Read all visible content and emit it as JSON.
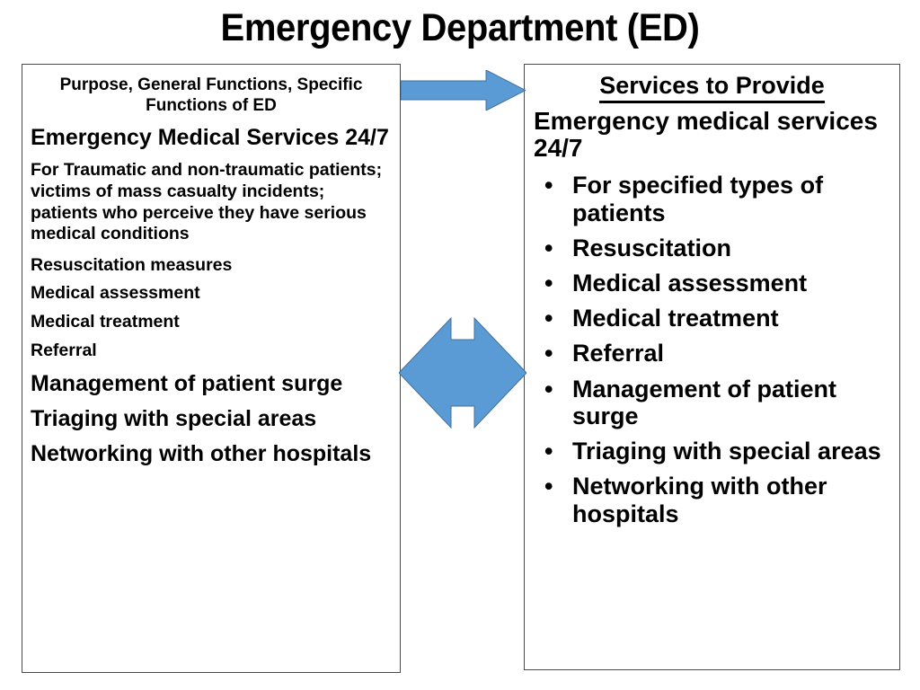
{
  "slide": {
    "title": "Emergency Department (ED)",
    "accent_color": "#5B9BD5",
    "border_color": "#4A4A4A",
    "background_color": "#FFFFFF",
    "text_color": "#000000"
  },
  "left_panel": {
    "header": "Purpose, General Functions, Specific Functions of ED",
    "items": [
      {
        "text": "Emergency Medical Services 24/7",
        "emphasis": "large"
      },
      {
        "text": "For Traumatic and non-traumatic patients; victims of mass casualty incidents; patients who perceive they have serious medical conditions",
        "emphasis": "small"
      },
      {
        "text": "Resuscitation measures",
        "emphasis": "small"
      },
      {
        "text": "Medical assessment",
        "emphasis": "small"
      },
      {
        "text": "Medical treatment",
        "emphasis": "small"
      },
      {
        "text": "Referral",
        "emphasis": "small"
      },
      {
        "text": "Management of patient surge",
        "emphasis": "large"
      },
      {
        "text": "Triaging with special areas",
        "emphasis": "large"
      },
      {
        "text": "Networking with other hospitals",
        "emphasis": "large"
      }
    ]
  },
  "right_panel": {
    "header": "Services to Provide",
    "intro": "Emergency medical services 24/7",
    "bullet_glyph": "•",
    "bullets": [
      "For specified types of patients",
      "Resuscitation",
      "Medical assessment",
      "Medical treatment",
      "Referral",
      "Management of patient surge",
      "Triaging with special areas",
      "Networking with other hospitals"
    ]
  },
  "connectors": {
    "top_arrow": "right-arrow-icon",
    "middle_arrow": "left-right-arrow-icon"
  }
}
